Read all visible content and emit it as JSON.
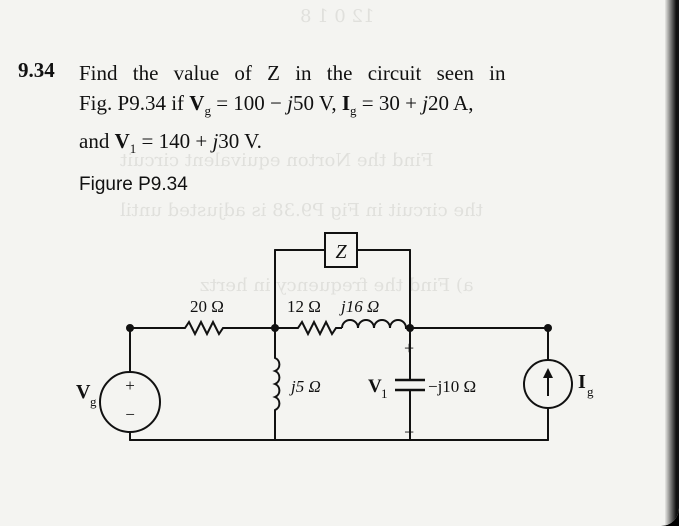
{
  "problem": {
    "number": "9.34",
    "text": {
      "line1": "Find the value of Z in the circuit seen in",
      "line2": "Fig. P9.34 if V_g = 100 − j50 V, I_g = 30 + j20 A,",
      "line3": "and V_1 = 140 + j30 V."
    }
  },
  "figure": {
    "label": "Figure P9.34",
    "components": {
      "impedance_z": "Z",
      "resistor_20": "20 Ω",
      "resistor_12": "12 Ω",
      "inductor_j16": "j16 Ω",
      "inductor_j5": "j5 Ω",
      "capacitor": "−j10 Ω",
      "source_vg_main": "V",
      "source_vg_sub": "g",
      "source_v1_main": "V",
      "source_v1_sub": "1",
      "source_ig_main": "I",
      "source_ig_sub": "g",
      "plus": "+",
      "minus": "−"
    }
  }
}
